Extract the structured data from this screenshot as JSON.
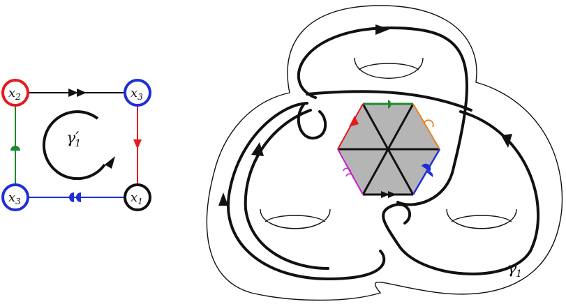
{
  "square_diagram": {
    "vertices": {
      "top_left": {
        "var": "x",
        "sub": "2",
        "color": "#e41a1c"
      },
      "top_right": {
        "var": "x",
        "sub": "3",
        "color": "#1f2fd6"
      },
      "bottom_left": {
        "var": "x",
        "sub": "3",
        "color": "#1f2fd6"
      },
      "bottom_right": {
        "var": "x",
        "sub": "1",
        "color": "#111111"
      }
    },
    "edge_colors": {
      "top": "#111111",
      "right": "#e41a1c",
      "bottom": "#1f2fd6",
      "left": "#1d8a2a"
    },
    "loop_label": {
      "main": "γ",
      "prime": "′",
      "sub": "1"
    }
  },
  "surface_diagram": {
    "curve_label": {
      "main": "γ",
      "prime": "′",
      "sub": "1"
    },
    "hexagon": {
      "fill": "#b5b5b5",
      "edge_colors": [
        "#1d8a2a",
        "#f07f1a",
        "#1f2fd6",
        "#111111",
        "#c81fc8",
        "#e41a1c"
      ]
    }
  }
}
